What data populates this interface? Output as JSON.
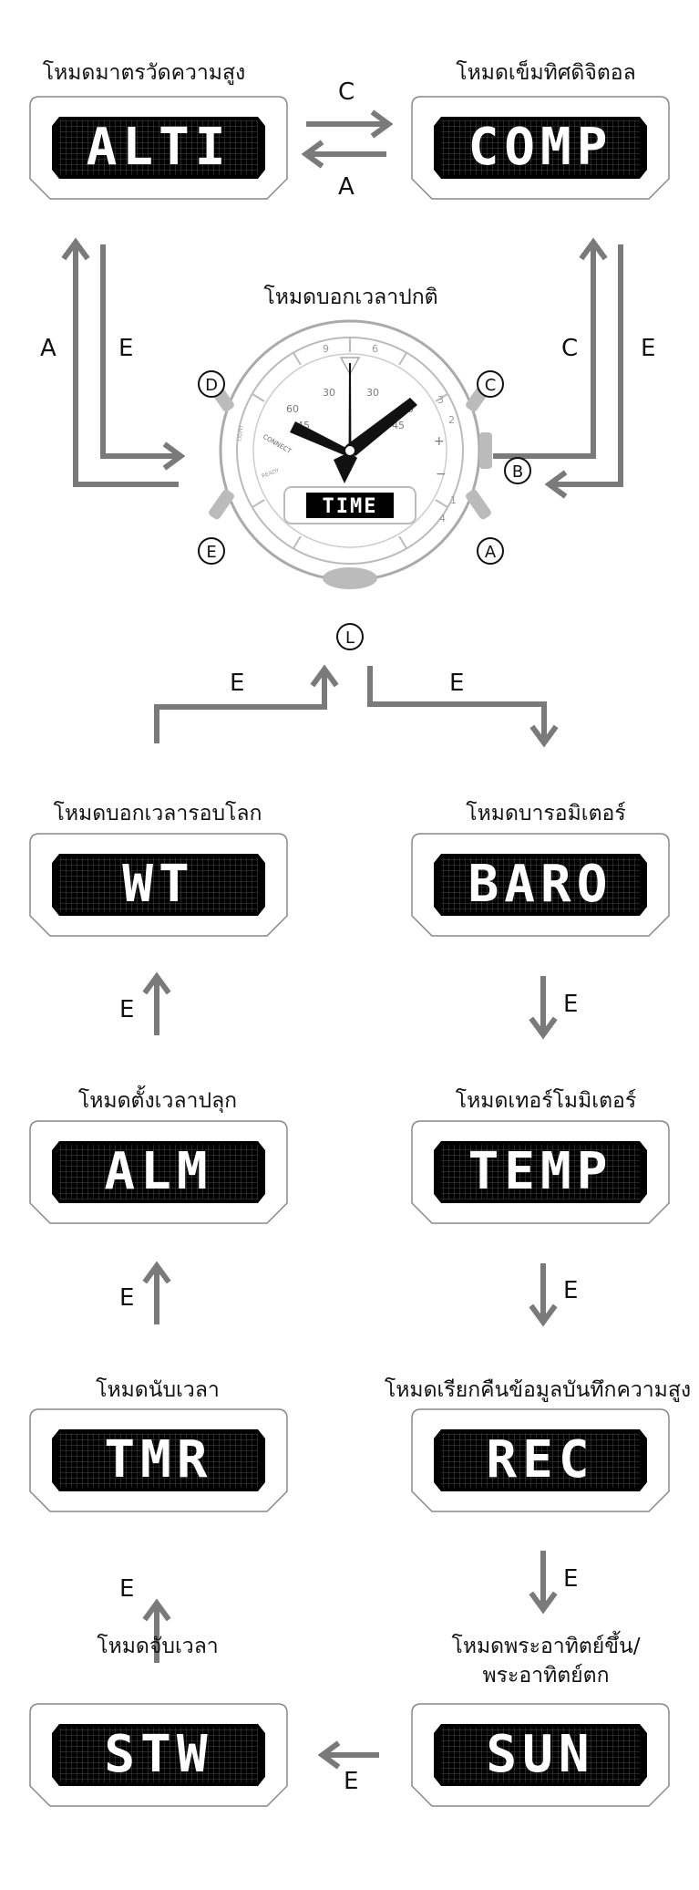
{
  "modes": {
    "alti": {
      "title": "โหมดมาตรวัดความสูง",
      "code": "ALTI"
    },
    "comp": {
      "title": "โหมดเข็มทิศดิจิตอล",
      "code": "COMP"
    },
    "time": {
      "title": "โหมดบอกเวลาปกติ",
      "code": "TIME"
    },
    "wt": {
      "title": "โหมดบอกเวลารอบโลก",
      "code": "WT"
    },
    "baro": {
      "title": "โหมดบารอมิเตอร์",
      "code": "BARO"
    },
    "alm": {
      "title": "โหมดตั้งเวลาปลุก",
      "code": "ALM"
    },
    "temp": {
      "title": "โหมดเทอร์โมมิเตอร์",
      "code": "TEMP"
    },
    "tmr": {
      "title": "โหมดนับเวลา",
      "code": "TMR"
    },
    "rec": {
      "title": "โหมดเรียกคืนข้อมูลบันทึกความสูง",
      "code": "REC"
    },
    "stw": {
      "title": "โหมดจับเวลา",
      "code": "STW"
    },
    "sun": {
      "title_line1": "โหมดพระอาทิตย์ขึ้น/",
      "title_line2": "พระอาทิตย์ตก",
      "code": "SUN"
    }
  },
  "buttons": {
    "a": "A",
    "b": "B",
    "c": "C",
    "d": "D",
    "e": "E",
    "l": "L"
  },
  "arrow_labels": {
    "alti_to_comp": "C",
    "comp_to_alti": "A",
    "left_up": "A",
    "left_down": "E",
    "right_up": "C",
    "right_down": "E",
    "time_to_baro": "E",
    "wt_to_time": "E",
    "baro_to_temp": "E",
    "temp_to_rec": "E",
    "rec_to_sun": "E",
    "sun_to_stw": "E",
    "stw_to_tmr": "E",
    "tmr_to_alm": "E",
    "alm_to_wt": "E"
  },
  "watch_dial": {
    "bezel_marks": [
      "9",
      "6",
      "30",
      "30",
      "60",
      "60",
      "45",
      "45",
      "3",
      "2",
      "1",
      "4"
    ],
    "signs": [
      "+",
      "−"
    ],
    "side_labels": [
      "CONNECT",
      "LIGHT",
      "READY"
    ]
  },
  "colors": {
    "arrow": "#7a7a7a",
    "lcd_bg": "#000000",
    "lcd_text": "#ffffff",
    "outline": "#888888"
  }
}
